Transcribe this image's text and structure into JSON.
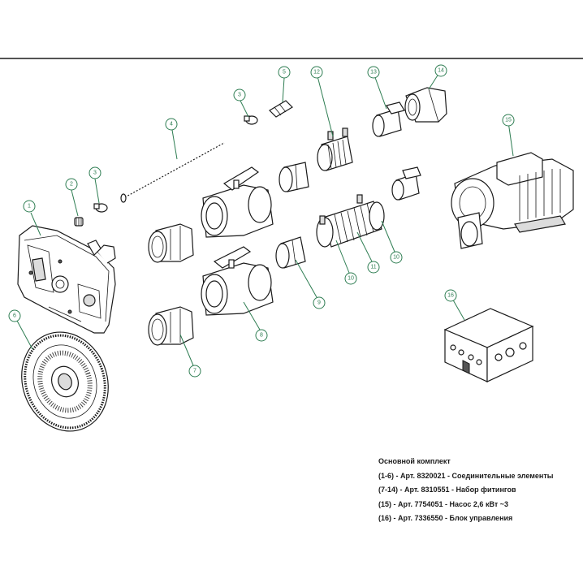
{
  "colors": {
    "line": "#1a1a1a",
    "accent": "#2e7d52",
    "background": "#ffffff"
  },
  "callouts": [
    {
      "id": "1",
      "label": "1"
    },
    {
      "id": "2",
      "label": "2"
    },
    {
      "id": "3a",
      "label": "3"
    },
    {
      "id": "3b",
      "label": "3"
    },
    {
      "id": "4",
      "label": "4"
    },
    {
      "id": "5",
      "label": "5"
    },
    {
      "id": "6",
      "label": "6"
    },
    {
      "id": "7",
      "label": "7"
    },
    {
      "id": "8",
      "label": "8"
    },
    {
      "id": "9",
      "label": "9"
    },
    {
      "id": "10a",
      "label": "10"
    },
    {
      "id": "10b",
      "label": "10"
    },
    {
      "id": "11",
      "label": "11"
    },
    {
      "id": "12",
      "label": "12"
    },
    {
      "id": "13",
      "label": "13"
    },
    {
      "id": "14",
      "label": "14"
    },
    {
      "id": "15",
      "label": "15"
    },
    {
      "id": "16",
      "label": "16"
    }
  ],
  "legend": {
    "title": "Основной комплект",
    "items": [
      "(1-6) - Арт. 8320021 - Соединительные элементы",
      "(7-14) - Арт. 8310551 - Набор фитингов",
      "(15) - Арт. 7754051 - Насос 2,6 кВт ~3",
      "(16) - Арт. 7336550 - Блок управления"
    ]
  }
}
